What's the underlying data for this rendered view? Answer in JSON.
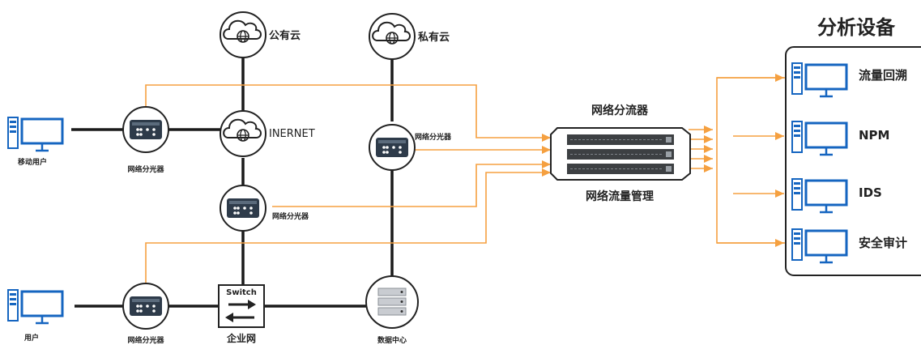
{
  "labels": {
    "public_cloud": "公有云",
    "private_cloud": "私有云",
    "internet": "INERNET",
    "mobile_user": "移动用户",
    "user": "用户",
    "splitter": "网络分光器",
    "switch": "Switch",
    "enterprise_net": "企业网",
    "data_center": "数据中心",
    "packet_broker": "网络分流器",
    "traffic_mgmt": "网络流量管理",
    "analysis_title": "分析设备"
  },
  "analysis_devices": [
    "流量回溯",
    "NPM",
    "IDS",
    "安全审计"
  ],
  "colors": {
    "orange_line": "#f5a040",
    "dark_line": "#1a1a1a",
    "monitor_blue": "#1565c0",
    "device_dark": "#2e3b4a"
  },
  "icons": [
    "cloud-globe-icon",
    "splitter-icon",
    "switch-icon",
    "server-icon",
    "computer-icon",
    "packet-broker-icon"
  ]
}
